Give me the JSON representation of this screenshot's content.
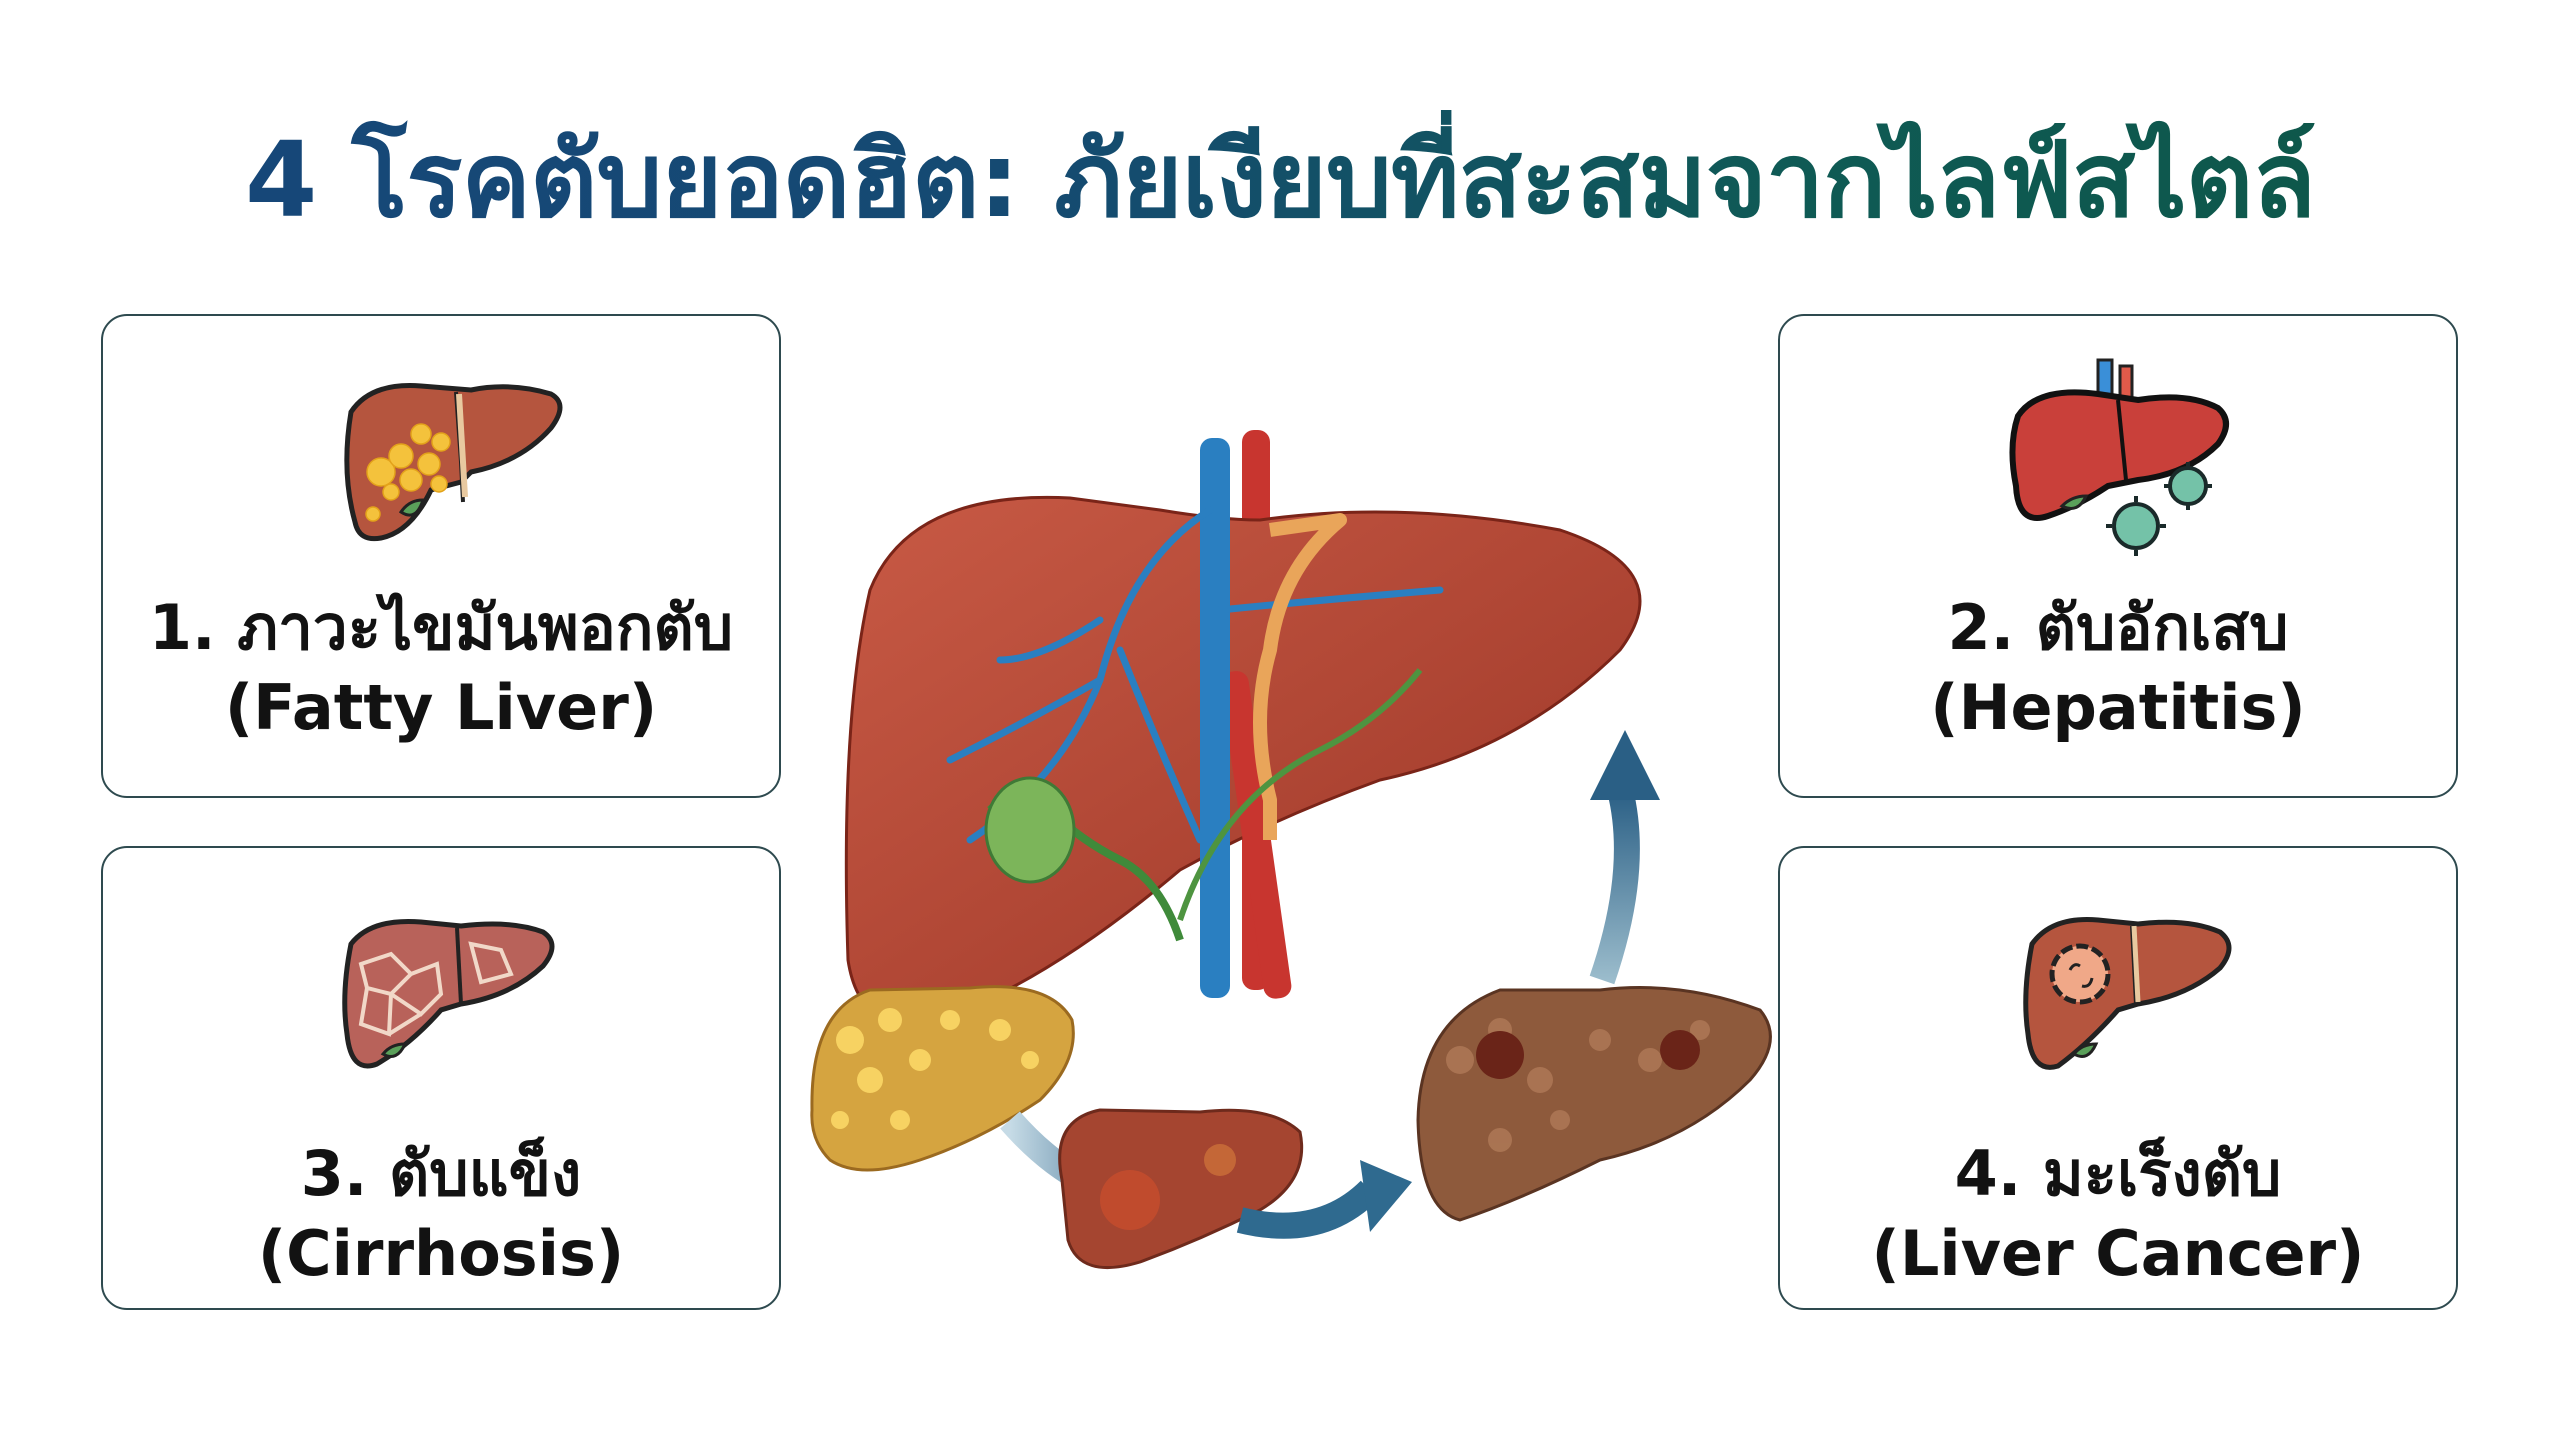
{
  "title": "4 โรคตับยอดฮิต: ภัยเงียบที่สะสมจากไลฟ์สไตล์",
  "colors": {
    "title_gradient_start": "#16467a",
    "title_gradient_end": "#0d5646",
    "card_border": "#2e4a4f",
    "liver_red": "#b5493a",
    "vein_blue": "#2a7fc1",
    "artery_red": "#c8352f",
    "bile_green": "#6fa04a",
    "fat_yellow": "#f2c244",
    "arrow_blue": "#2f6a8f"
  },
  "cards": [
    {
      "id": 1,
      "label_th": "1. ภาวะไขมันพอกตับ",
      "label_en": "(Fatty Liver)",
      "icon": "fatty-liver-icon"
    },
    {
      "id": 2,
      "label_th": "2. ตับอักเสบ",
      "label_en": "(Hepatitis)",
      "icon": "hepatitis-liver-virus-icon"
    },
    {
      "id": 3,
      "label_th": "3. ตับแข็ง",
      "label_en": "(Cirrhosis)",
      "icon": "cirrhosis-liver-icon"
    },
    {
      "id": 4,
      "label_th": "4. มะเร็งตับ",
      "label_en": "(Liver Cancer)",
      "icon": "liver-cancer-icon"
    }
  ],
  "center": {
    "main": "healthy-liver-anatomy",
    "progression": [
      "fatty-liver",
      "inflamed-liver",
      "cirrhotic-cancerous-liver"
    ],
    "arrows": [
      "arrow-fatty-to-inflamed",
      "arrow-inflamed-to-cirrhosis",
      "arrow-cirrhosis-up"
    ]
  }
}
